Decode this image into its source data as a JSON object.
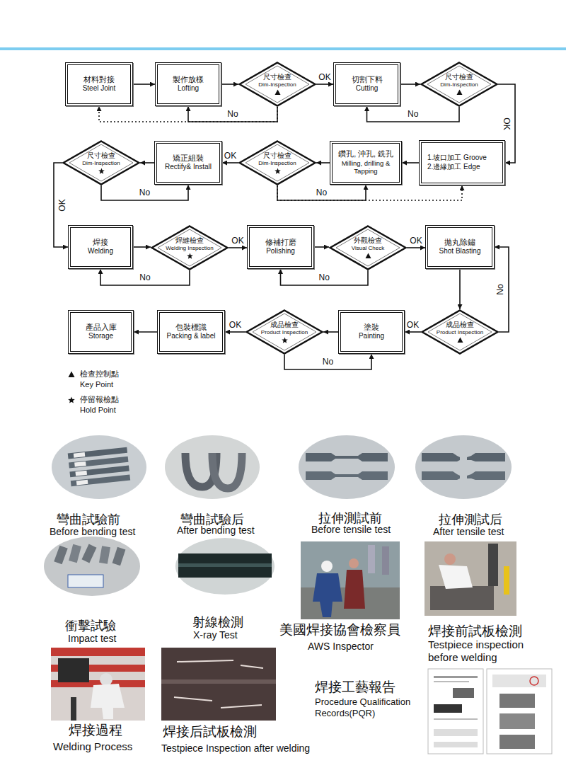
{
  "diagram": {
    "nodes": [
      {
        "text": [
          "材料對接",
          "Steel Joint"
        ]
      },
      {
        "text": [
          "製作放樣",
          "Lofting"
        ]
      },
      {
        "text": [
          "尺寸檢查",
          "Dim-Inspection"
        ]
      },
      {
        "text": [
          "切割下料",
          "Cutting"
        ]
      },
      {
        "text": [
          "尺寸檢查",
          "Dim-Inspection"
        ]
      },
      {
        "text": [
          "1.坡口加工 Groove",
          "2.邊緣加工 Edge"
        ]
      },
      {
        "text": [
          "鑽孔, 沖孔, 銑孔",
          "Milling, drilling & Tapping"
        ]
      },
      {
        "text": [
          "尺寸檢查",
          "Dim-Inspection"
        ]
      },
      {
        "text": [
          "矯正組裝",
          "Rectify& Install"
        ]
      },
      {
        "text": [
          "尺寸檢查",
          "Dim-Inspection"
        ]
      },
      {
        "text": [
          "焊接",
          "Welding"
        ]
      },
      {
        "text": [
          "焊縫檢查",
          "Welding Inspection"
        ]
      },
      {
        "text": [
          "修補打磨",
          "Polishing"
        ]
      },
      {
        "text": [
          "外觀檢查",
          "Visual Check"
        ]
      },
      {
        "text": [
          "拋丸除鏽",
          "Shot Blasting"
        ]
      },
      {
        "text": [
          "成品檢查",
          "Product Inspection"
        ]
      },
      {
        "text": [
          "塗裝",
          "Painting"
        ]
      },
      {
        "text": [
          "成品檢查",
          "Product Inspection"
        ]
      },
      {
        "text": [
          "包裝標識",
          "Packing & label"
        ]
      },
      {
        "text": [
          "產品入庫",
          "Storage"
        ]
      }
    ],
    "edges": [
      {
        "from": 0,
        "to": 1,
        "arrow": "to"
      },
      {
        "from": 1,
        "to": 2,
        "arrow": "to"
      },
      {
        "from": 2,
        "to": 3,
        "label": "OK",
        "arrow": "to"
      },
      {
        "from": 2,
        "to": 1,
        "label": "No",
        "arrow": "to"
      },
      {
        "from": 2,
        "to": 0,
        "arrow": "to"
      },
      {
        "from": 3,
        "to": 4,
        "arrow": "to"
      },
      {
        "from": 4,
        "to": 3,
        "label": "No",
        "arrow": "to"
      },
      {
        "from": 4,
        "to": 5,
        "label": "OK",
        "arrow": "to"
      },
      {
        "from": 5,
        "to": 6,
        "arrow": "to"
      },
      {
        "from": 6,
        "to": 7,
        "arrow": "to"
      },
      {
        "from": 7,
        "to": 6,
        "label": "No",
        "arrow": "to"
      },
      {
        "from": 7,
        "to": 5,
        "arrow": "to"
      },
      {
        "from": 7,
        "to": 8,
        "label": "OK",
        "arrow": "to"
      },
      {
        "from": 8,
        "to": 9,
        "arrow": "to"
      },
      {
        "from": 9,
        "to": 8,
        "label": "No",
        "arrow": "to"
      },
      {
        "from": 9,
        "to": 10,
        "label": "OK",
        "arrow": "to"
      },
      {
        "from": 10,
        "to": 11,
        "arrow": "to"
      },
      {
        "from": 11,
        "to": 10,
        "label": "No",
        "arrow": "to"
      },
      {
        "from": 11,
        "to": 12,
        "label": "OK",
        "arrow": "to"
      },
      {
        "from": 12,
        "to": 13,
        "arrow": "to"
      },
      {
        "from": 13,
        "to": 12,
        "label": "No",
        "arrow": "to"
      },
      {
        "from": 13,
        "to": 14,
        "label": "OK",
        "arrow": "to"
      },
      {
        "from": 14,
        "to": 15,
        "arrow": "to"
      },
      {
        "from": 15,
        "to": 14,
        "label": "No",
        "arrow": "to"
      },
      {
        "from": 15,
        "to": 16,
        "label": "OK",
        "arrow": "to"
      },
      {
        "from": 16,
        "to": 17,
        "arrow": "to"
      },
      {
        "from": 17,
        "to": 16,
        "label": "No",
        "arrow": "to"
      },
      {
        "from": 17,
        "to": 18,
        "label": "OK",
        "arrow": "to"
      },
      {
        "from": 18,
        "to": 19,
        "arrow": "to"
      }
    ],
    "labels": [
      "彎曲試驗前",
      "Before bending test",
      "彎曲試驗后",
      "After bending test",
      "拉伸測試前",
      "Before tensile test",
      "拉伸測試后",
      "After tensile test",
      "衝擊試驗",
      "Impact test",
      "射線檢測",
      "X-ray Test",
      "美國焊接協會檢察員",
      "AWS Inspector",
      "焊接前試板檢測",
      "Testpiece inspection before welding",
      "焊接工藝報告",
      "Procedure Qualification Records(PQR)",
      "焊接過程",
      "Welding Process",
      "焊接后試板檢測",
      "Testpiece Inspection after welding"
    ],
    "legend": [
      {
        "text": "檢查控制點 Key Point"
      },
      {
        "text": "停留報檢點 Hold Point"
      }
    ]
  }
}
